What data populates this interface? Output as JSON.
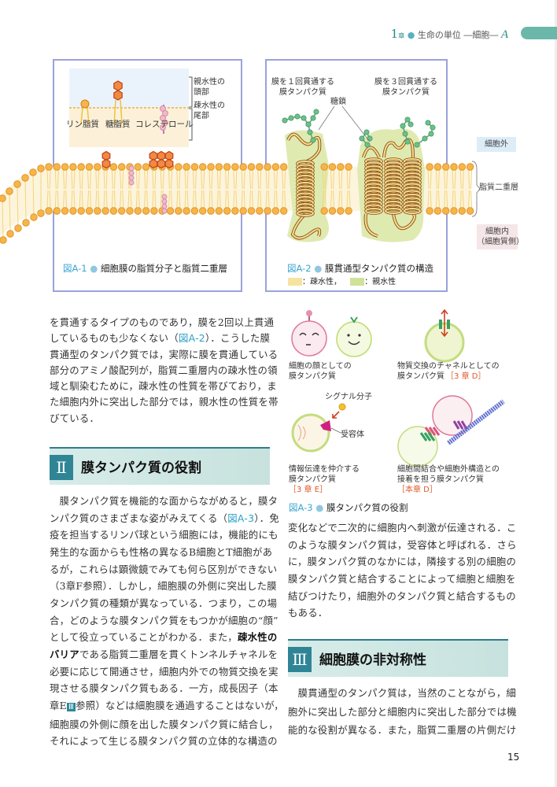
{
  "header": {
    "chapter_num": "1",
    "chapter_suffix": "章",
    "chapter_title": "生命の単位 ―細胞―",
    "section_letter": "A"
  },
  "fig_a1": {
    "inset_labels": {
      "hydrophilic": "親水性の\n頭部",
      "hydrophobic": "疎水性の\n尾部"
    },
    "molecules": [
      "リン脂質",
      "糖脂質",
      "コレステロール"
    ],
    "caption_num": "図A-1",
    "caption_text": "細胞膜の脂質分子と脂質二重層"
  },
  "fig_a2": {
    "label_single": "膜を１回貫通する\n膜タンパク質",
    "label_triple": "膜を３回貫通する\n膜タンパク質",
    "label_glycan": "糖鎖",
    "caption_num": "図A-2",
    "caption_text": "膜貫通型タンパク質の構造",
    "legend": [
      {
        "label": "：疎水性，",
        "color": "#f7e3a0"
      },
      {
        "label": "：親水性",
        "color": "#cfe29a"
      }
    ]
  },
  "side_labels": {
    "outside": "細胞外",
    "bilayer": "脂質二重層",
    "inside": "細胞内\n（細胞質側）"
  },
  "colors": {
    "accent": "#2f8596",
    "ref": "#2aa0c8",
    "head": "#f5b54a",
    "frame": "#9aa3d9"
  },
  "left_column": {
    "para1": [
      "を貫通するタイプのものであり，膜を2回以上貫通",
      [
        "しているものも少なくない（",
        {
          "t": "図A-2",
          "c": "ref"
        },
        "）．こうした膜"
      ],
      "貫通型のタンパク質では，実際に膜を貫通している",
      "部分のアミノ酸配列が，脂質二重層内の疎水性の領",
      "域と馴染むために，疎水性の性質を帯びており，ま",
      "た細胞内外に突出した部分では，親水性の性質を帯",
      "びている．"
    ],
    "section2": {
      "num": "Ⅱ",
      "title": "膜タンパク質の役割"
    },
    "para2": [
      "　膜タンパク質を機能的な面からながめると，膜タ",
      [
        "ンパク質のさまざまな姿がみえてくる（",
        {
          "t": "図A-3",
          "c": "ref"
        },
        "）．免"
      ],
      "疫を担当するリンパ球という細胞には，機能的にも",
      "発生的な面からも性格の異なるB細胞とT細胞があ",
      "るが，これらは顕微鏡でみても何ら区別ができない",
      "（3章F参照）．しかし，細胞膜の外側に突出した膜",
      "タンパク質の種類が異なっている．つまり，この場",
      "合，どのような膜タンパク質をもつかが細胞の“顔”",
      [
        "として役立っていることがわかる．また，",
        {
          "t": "疎水性の",
          "c": "bold"
        }
      ],
      [
        {
          "t": "バリア",
          "c": "bold"
        },
        "である脂質二重層を貫くトンネルチャネルを"
      ],
      "必要に応じて開通させ，細胞内外での物質交換を実",
      "現させる膜タンパク質もある．一方，成長因子（本",
      [
        "章E",
        {
          "t": "Ⅲ",
          "c": "box"
        },
        "参照）などは細胞膜を通過することはないが，"
      ],
      "細胞膜の外側に顔を出した膜タンパク質に結合し，",
      "それによって生じる膜タンパク質の立体的な構造の"
    ]
  },
  "fig_a3": {
    "face_label": "細胞の顔としての\n膜タンパク質",
    "channel_label": "物質交換のチャネルとしての\n膜タンパク質",
    "channel_ref": "［3 章 D］",
    "signal_molecule": "シグナル分子",
    "receptor": "受容体",
    "signal_label": "情報伝達を仲介する\n膜タンパク質",
    "signal_ref": "［3 章 E］",
    "adhesion_label": "細胞間結合や細胞外構造との\n接着を担う膜タンパク質",
    "adhesion_ref": "［本章 D］",
    "caption_num": "図A-3",
    "caption_text": "膜タンパク質の役割"
  },
  "right_column": {
    "para1": [
      "変化などで二次的に細胞内へ刺激が伝達される．こ",
      "のような膜タンパク質は，受容体と呼ばれる．さら",
      "に，膜タンパク質のなかには，隣接する別の細胞の",
      "膜タンパク質と結合することによって細胞と細胞を",
      "結びつけたり，細胞外のタンパク質と結合するもの",
      "もある．"
    ],
    "section3": {
      "num": "Ⅲ",
      "title": "細胞膜の非対称性"
    },
    "para2": [
      "　膜貫通型のタンパク質は，当然のことながら，細",
      "胞外に突出した部分と細胞内に突出した部分では機",
      "能的な役割が異なる．また，脂質二重層の片側だけ"
    ]
  },
  "page_number": "15"
}
